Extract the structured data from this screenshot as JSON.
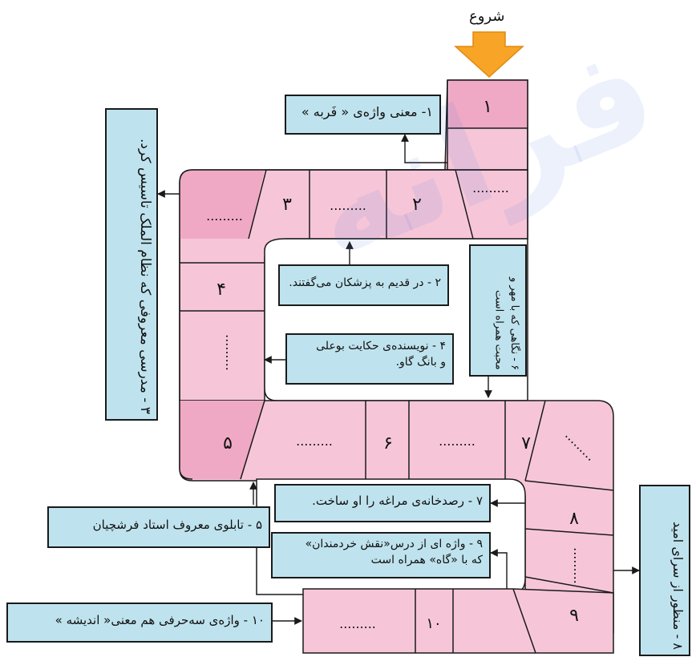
{
  "start_label": "شروع",
  "watermark": {
    "text": "فرانه"
  },
  "clues": {
    "c1": "۱- معنی واژه‌ی « فَربه »",
    "c2": "۲ - در قدیم به پزشکان می‌گفتند.",
    "c3": "۳ - مدرسی معروفی که نظام الملک تاسیس کرد.",
    "c4_line1": "۴ - نویسنده‌ی حکایت بوعلی",
    "c4_line2": "و بانگ گاو.",
    "c5": "۵ - تابلوی معروف استاد فرشچیان",
    "c6_line1": "۶ - نگاهی که با مهر و",
    "c6_line2": "محبت همراه است",
    "c7": "۷ - رصدخانه‌ی مراغه را او ساخت.",
    "c8": "۸ - منظور از سرای امید",
    "c9_line1": "۹ - واژه ای از درس«نقش خردمندان»",
    "c9_line2": "که با «گاه» همراه است",
    "c10": "۱۰ - واژه‌ی سه‌حرفی هم معنی« اندیشه »"
  },
  "cells": {
    "n1": "۱",
    "n2": "۲",
    "n3": "۳",
    "n4": "۴",
    "n5": "۵",
    "n6": "۶",
    "n7": "۷",
    "n8": "۸",
    "n9": "۹",
    "n10": "۱۰",
    "blank": "........."
  },
  "colors": {
    "cell_fill": "#f6c6d8",
    "cell_fill_dark": "#f0a9c4",
    "clue_fill": "#bfe3ee",
    "start_arrow": "#f8a427",
    "outline": "#1a1a1a"
  }
}
